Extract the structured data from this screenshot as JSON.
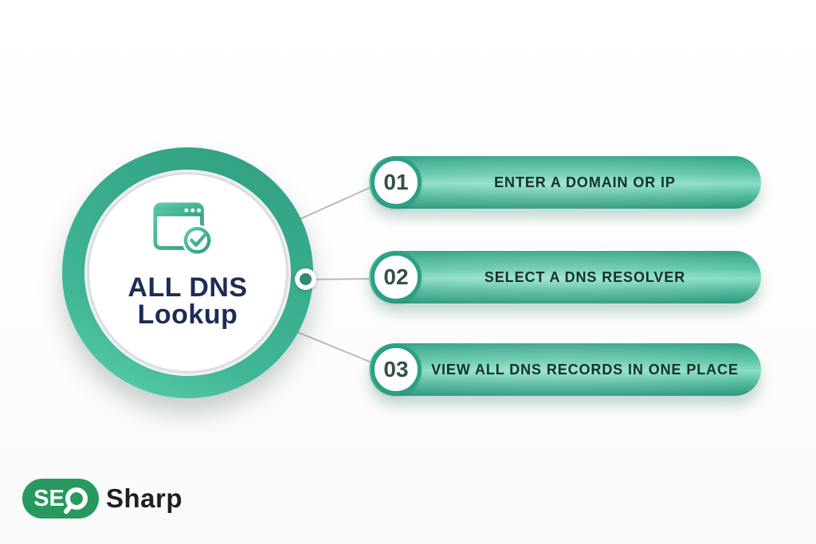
{
  "diagram": {
    "hub": {
      "title_line1": "ALL DNS",
      "title_line2": "Lookup",
      "icon": "browser-window-check-icon"
    },
    "steps": [
      {
        "number": "01",
        "label": "ENTER A DOMAIN OR IP"
      },
      {
        "number": "02",
        "label": "SELECT A DNS RESOLVER"
      },
      {
        "number": "03",
        "label": "VIEW ALL DNS RECORDS IN ONE PLACE"
      }
    ]
  },
  "logo": {
    "brand_prefix": "SE",
    "brand_magnifier_letter": "O",
    "brand_name": "Sharp"
  },
  "icons": {
    "hub_icon": "browser-window-check-icon",
    "hub_node": "connector-node",
    "logo_magnifier": "magnifier-o-icon"
  },
  "colors": {
    "teal_dark": "#27947a",
    "teal_mid": "#3fb394",
    "teal_light": "#7bdabe",
    "ring_border": "#2aa186",
    "navy_title": "#1d2c56",
    "pill_text": "#10312b",
    "number_text": "#33504b",
    "connector_gray": "#b6bbc1",
    "logo_green": "#27995f",
    "logo_text": "#1f1f23"
  }
}
